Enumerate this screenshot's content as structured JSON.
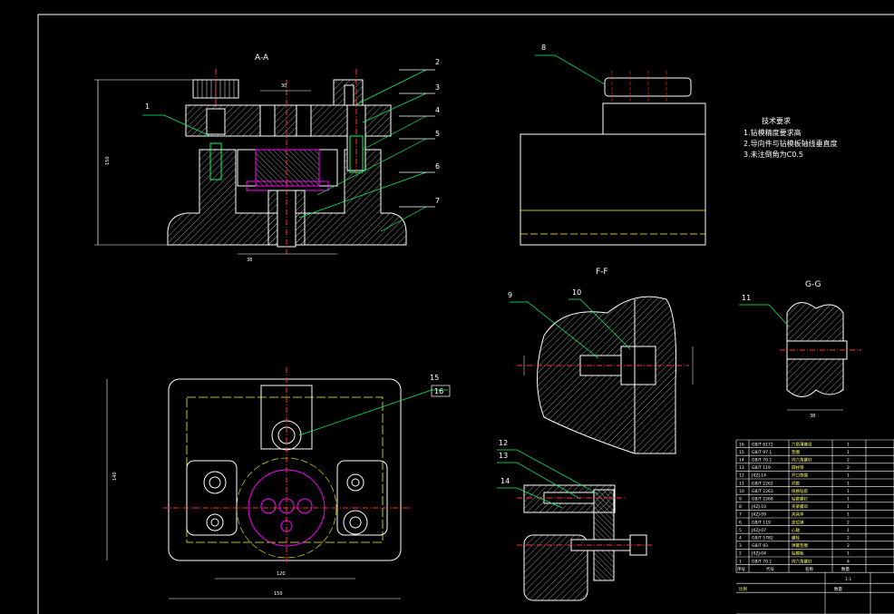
{
  "drawing": {
    "section_labels": {
      "aa": "A-A",
      "ff": "F-F",
      "gg": "G-G"
    },
    "callouts": [
      "1",
      "2",
      "3",
      "4",
      "5",
      "6",
      "7",
      "8",
      "9",
      "10",
      "11",
      "12",
      "13",
      "14",
      "15",
      "16"
    ],
    "tech_requirements": {
      "title": "技术要求",
      "lines": [
        "1.钻模精度要求高",
        "2.导向件与钻模板轴线垂直度",
        "3.未注倒角为C0.5"
      ]
    },
    "dims": {
      "d1": "150",
      "d2": "140",
      "d3": "120",
      "d4": "38",
      "d5": "30"
    },
    "scale": "1:1",
    "bom_rows": [
      {
        "no": "16",
        "code": "GB/T 6172",
        "name": "六角薄螺母",
        "qty": "1"
      },
      {
        "no": "15",
        "code": "GB/T 97.1",
        "name": "垫圈",
        "qty": "1"
      },
      {
        "no": "14",
        "code": "GB/T 70.1",
        "name": "内六角螺钉",
        "qty": "2"
      },
      {
        "no": "13",
        "code": "GB/T 119",
        "name": "圆柱销",
        "qty": "2"
      },
      {
        "no": "12",
        "code": "JXZJ-14",
        "name": "开口垫圈",
        "qty": "1"
      },
      {
        "no": "11",
        "code": "GB/T 2262",
        "name": "衬套",
        "qty": "1"
      },
      {
        "no": "10",
        "code": "GB/T 2263",
        "name": "快换钻套",
        "qty": "1"
      },
      {
        "no": "9",
        "code": "GB/T 2268",
        "name": "钻套螺钉",
        "qty": "1"
      },
      {
        "no": "8",
        "code": "JXZJ-10",
        "name": "夹紧螺母",
        "qty": "1"
      },
      {
        "no": "7",
        "code": "JXZJ-09",
        "name": "夹具体",
        "qty": "1"
      },
      {
        "no": "6",
        "code": "GB/T 119",
        "name": "定位销",
        "qty": "2"
      },
      {
        "no": "5",
        "code": "JXZJ-07",
        "name": "心轴",
        "qty": "1"
      },
      {
        "no": "4",
        "code": "GB/T 5782",
        "name": "螺栓",
        "qty": "2"
      },
      {
        "no": "3",
        "code": "GB/T 93",
        "name": "弹簧垫圈",
        "qty": "2"
      },
      {
        "no": "2",
        "code": "JXZJ-04",
        "name": "钻模板",
        "qty": "1"
      },
      {
        "no": "1",
        "code": "GB/T 70.1",
        "name": "内六角螺钉",
        "qty": "4"
      }
    ],
    "bom_header": {
      "no": "序号",
      "code": "代号",
      "name": "名称",
      "qty": "数量"
    },
    "title_block": {
      "label": "数量",
      "ratio": "比例"
    }
  }
}
